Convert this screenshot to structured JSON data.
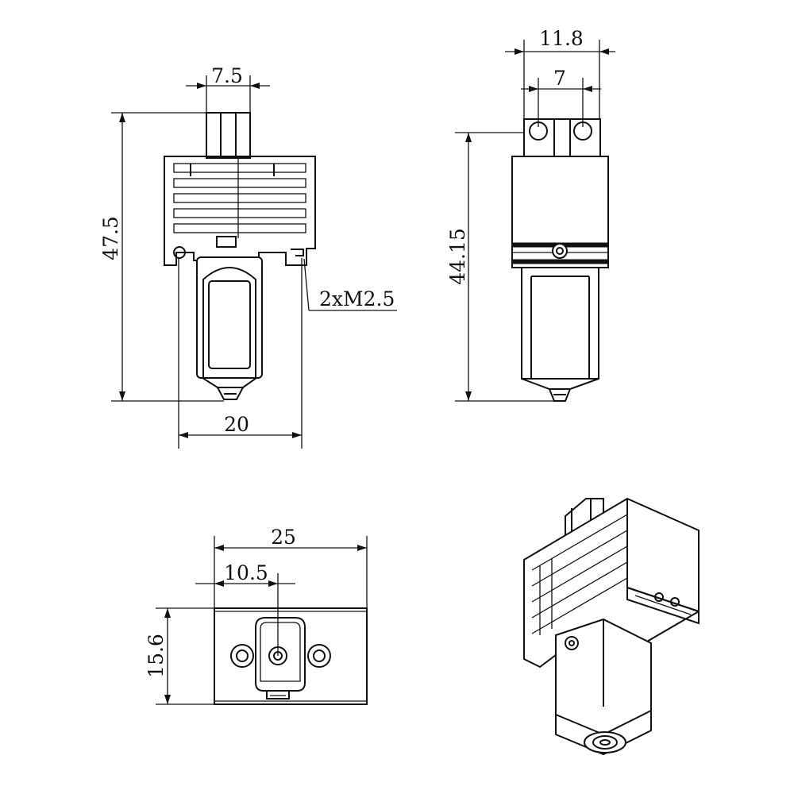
{
  "front_view": {
    "width_top": "7.5",
    "height": "47.5",
    "width_bottom": "20",
    "screw_note": "2xM2.5"
  },
  "side_view": {
    "width_outer": "11.8",
    "width_inner": "7",
    "height": "44.15"
  },
  "bottom_view": {
    "width": "25",
    "offset": "10.5",
    "depth": "15.6"
  }
}
